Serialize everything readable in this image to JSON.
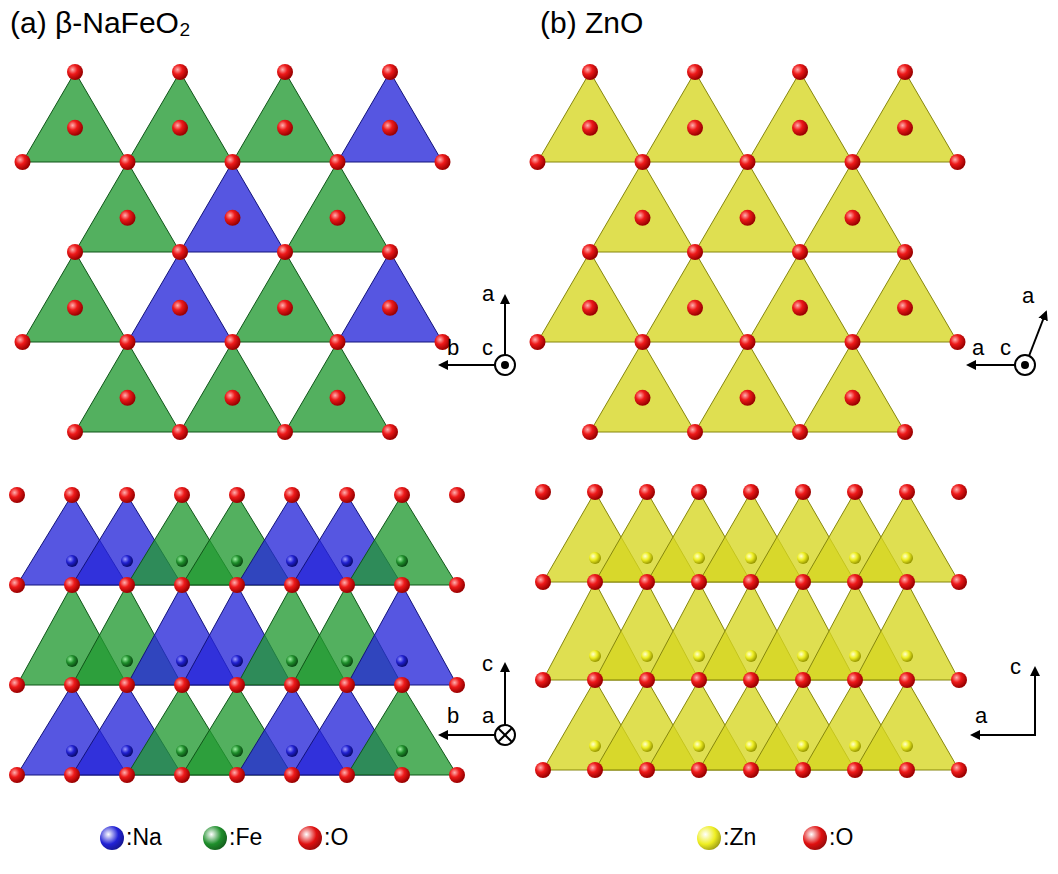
{
  "diagram": {
    "labels": [
      "(a) β-NaFeO₂",
      "(b) ZnO",
      "a",
      "b",
      "c",
      "c",
      "b",
      "a",
      "a",
      "a",
      "c",
      "c",
      "a"
    ],
    "legend": [
      {
        "text": ":Na",
        "color": "#2222d6"
      },
      {
        "text": ":Fe",
        "color": "#1f8f2c"
      },
      {
        "text": ":O",
        "color": "#e01010"
      },
      {
        "text": ":Zn",
        "color": "#eeee22"
      },
      {
        "text": ":O",
        "color": "#e01010"
      }
    ]
  }
}
